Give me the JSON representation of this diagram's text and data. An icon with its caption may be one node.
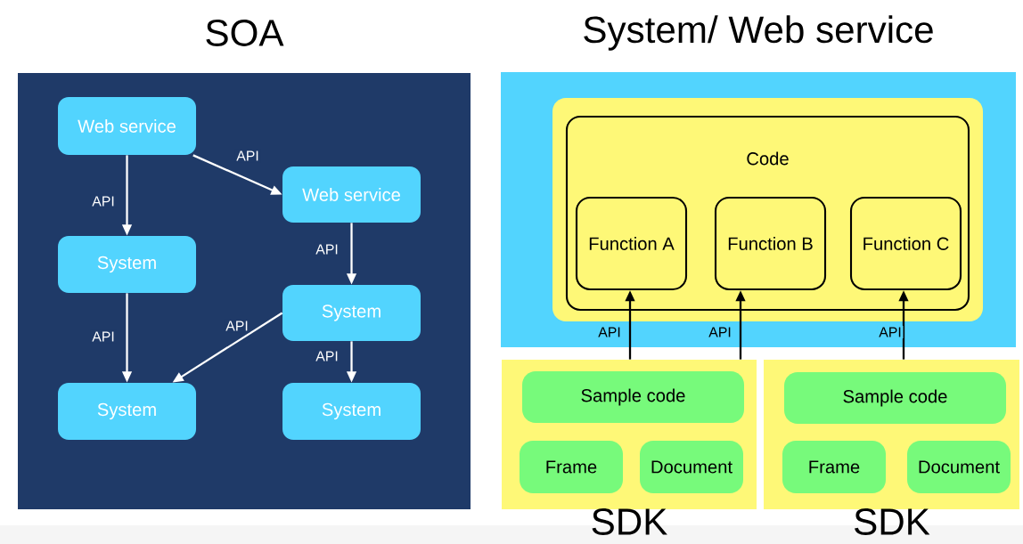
{
  "diagram": {
    "nodes": [
      {
        "text": [
          "SOA"
        ]
      },
      {
        "text": [
          "Web service"
        ],
        "in": 0
      },
      {
        "text": [
          "Web service"
        ],
        "in": 0
      },
      {
        "text": [
          "System"
        ],
        "in": 0
      },
      {
        "text": [
          "System"
        ],
        "in": 0
      },
      {
        "text": [
          "System"
        ],
        "in": 0
      },
      {
        "text": [
          "System"
        ],
        "in": 0
      },
      {
        "text": [
          "System/ Web service"
        ]
      },
      {
        "text": [],
        "shape": "box",
        "in": 7
      },
      {
        "text": [
          "Code"
        ],
        "in": 8
      },
      {
        "text": [
          "Function A"
        ],
        "in": 9
      },
      {
        "text": [
          "Function B"
        ],
        "in": 9
      },
      {
        "text": [
          "Function C"
        ],
        "in": 9
      },
      {
        "text": [
          "SDK"
        ]
      },
      {
        "text": [
          "Sample code"
        ],
        "in": 13
      },
      {
        "text": [
          "Frame"
        ],
        "in": 13
      },
      {
        "text": [
          "Document"
        ],
        "in": 13
      },
      {
        "text": [
          "SDK"
        ]
      },
      {
        "text": [
          "Sample code"
        ],
        "in": 17
      },
      {
        "text": [
          "Frame"
        ],
        "in": 17
      },
      {
        "text": [
          "Document"
        ],
        "in": 17
      }
    ],
    "edges": [
      {
        "from": 1,
        "to": 2,
        "arrow": "to",
        "label": "API"
      },
      {
        "from": 1,
        "to": 3,
        "arrow": "to",
        "label": "API"
      },
      {
        "from": 2,
        "to": 4,
        "arrow": "to",
        "label": "API"
      },
      {
        "from": 3,
        "to": 5,
        "arrow": "to",
        "label": "API"
      },
      {
        "from": 4,
        "to": 5,
        "arrow": "to",
        "label": "API"
      },
      {
        "from": 4,
        "to": 6,
        "arrow": "to",
        "label": "API"
      },
      {
        "from": 13,
        "to": 10,
        "arrow": "to",
        "label": "API",
        "color": "#000000"
      },
      {
        "from": 13,
        "to": 11,
        "arrow": "to",
        "label": "API",
        "color": "#000000"
      },
      {
        "from": 17,
        "to": 12,
        "arrow": "to",
        "label": "API",
        "color": "#000000"
      }
    ]
  }
}
